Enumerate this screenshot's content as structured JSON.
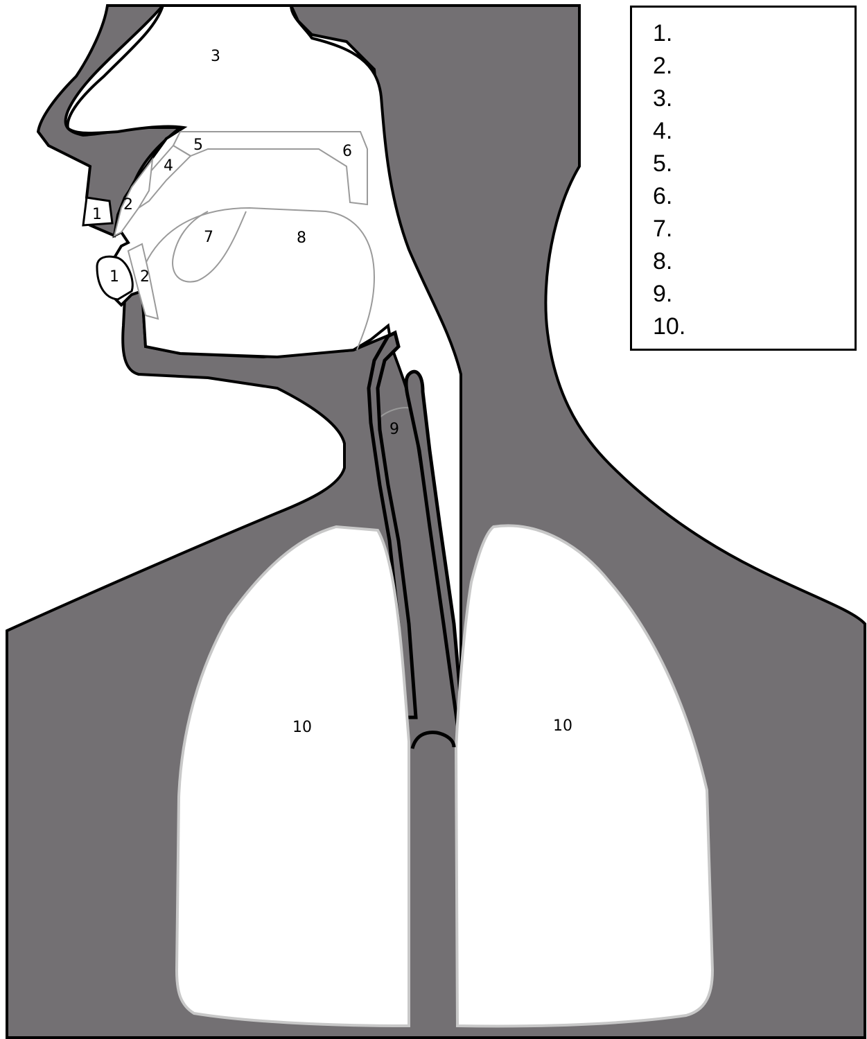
{
  "diagram": {
    "labels": {
      "nose": "3",
      "lip_upper": "1",
      "lip_lower": "1",
      "teeth_upper": "2",
      "teeth_lower": "2",
      "ridge": "4",
      "hard_palate": "5",
      "soft_palate": "6",
      "tongue_tip": "7",
      "tongue_body": "8",
      "larynx": "9",
      "lung_left": "10",
      "lung_right": "10"
    },
    "colors": {
      "body": "#737073",
      "outline": "#000000",
      "organ": "#ffffff",
      "thin_line": "#9a9a9a"
    }
  },
  "key": {
    "items": [
      "1.",
      "2.",
      "3.",
      "4.",
      "5.",
      "6.",
      "7.",
      "8.",
      "9.",
      "10."
    ]
  }
}
